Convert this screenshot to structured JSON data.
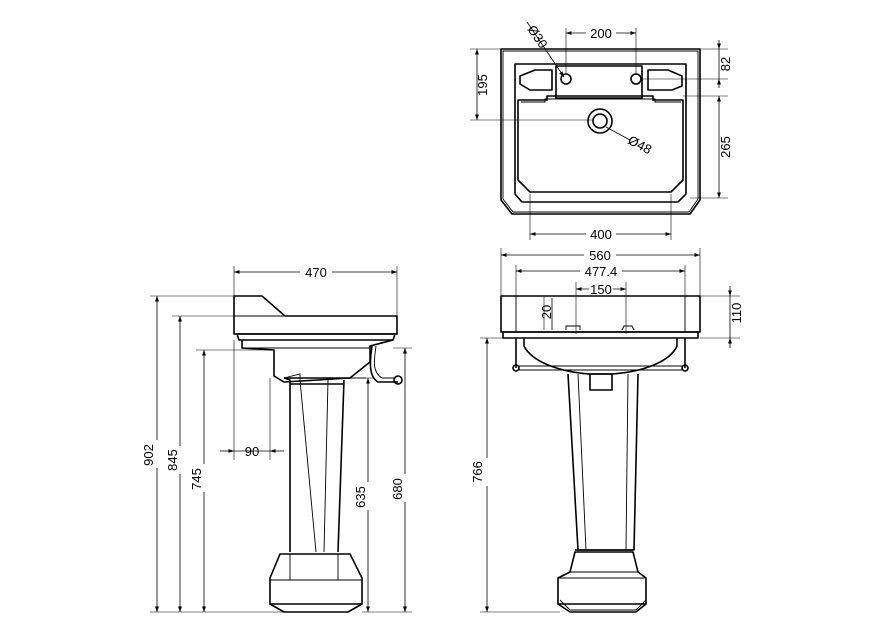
{
  "dimensions": {
    "top_tap_hole_dia": "Ø30",
    "top_tap_centres": "200",
    "top_depth": "195",
    "top_edge_to_tap": "82",
    "top_waste_dia": "Ø48",
    "top_bowl_depth": "265",
    "top_bowl_width": "400",
    "front_width": "560",
    "front_inner_width": "477.4",
    "front_tap_spacing": "150",
    "front_rim_offset": "20",
    "front_basin_height": "110",
    "front_pedestal_height": "766",
    "side_depth": "470",
    "side_overall_height": "902",
    "side_rim_height": "845",
    "side_under_basin_height": "745",
    "side_waste_offset": "90",
    "side_trap_height": "635",
    "side_pedestal_top_height": "680"
  },
  "colors": {
    "line": "#000000",
    "background": "#ffffff"
  }
}
